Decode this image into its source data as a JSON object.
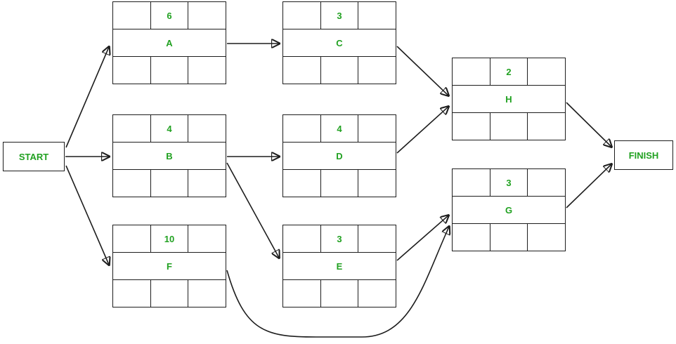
{
  "diagram": {
    "type": "activity-on-node-network",
    "accent_color": "#21a121",
    "border_color": "#1d1d1d",
    "start_label": "START",
    "finish_label": "FINISH",
    "nodes": {
      "A": {
        "label": "A",
        "duration": "6"
      },
      "B": {
        "label": "B",
        "duration": "4"
      },
      "C": {
        "label": "C",
        "duration": "3"
      },
      "D": {
        "label": "D",
        "duration": "4"
      },
      "E": {
        "label": "E",
        "duration": "3"
      },
      "F": {
        "label": "F",
        "duration": "10"
      },
      "G": {
        "label": "G",
        "duration": "3"
      },
      "H": {
        "label": "H",
        "duration": "2"
      }
    },
    "edges": [
      {
        "from": "START",
        "to": "A"
      },
      {
        "from": "START",
        "to": "B"
      },
      {
        "from": "START",
        "to": "F"
      },
      {
        "from": "A",
        "to": "C"
      },
      {
        "from": "B",
        "to": "D"
      },
      {
        "from": "B",
        "to": "E"
      },
      {
        "from": "C",
        "to": "H"
      },
      {
        "from": "D",
        "to": "H"
      },
      {
        "from": "E",
        "to": "G"
      },
      {
        "from": "F",
        "to": "G"
      },
      {
        "from": "H",
        "to": "FINISH"
      },
      {
        "from": "G",
        "to": "FINISH"
      }
    ]
  }
}
